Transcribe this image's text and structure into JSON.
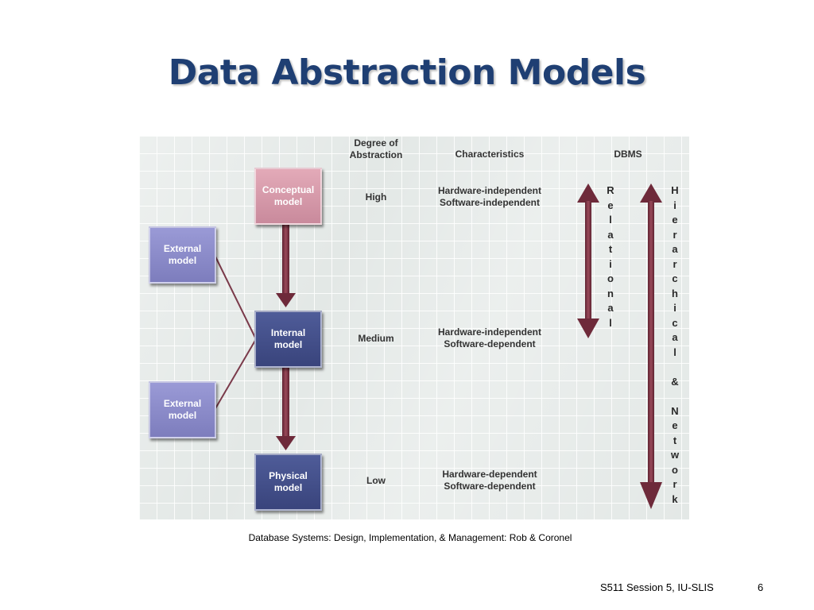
{
  "slide": {
    "title": "Data Abstraction Models",
    "caption": "Database Systems: Design, Implementation, & Management: Rob & Coronel",
    "footer": "S511 Session 5, IU-SLIS",
    "page_number": "6"
  },
  "diagram": {
    "headers": {
      "degree": "Degree of\nAbstraction",
      "characteristics": "Characteristics",
      "dbms": "DBMS"
    },
    "boxes": {
      "conceptual": "Conceptual\nmodel",
      "external_top": "External\nmodel",
      "internal": "Internal\nmodel",
      "external_bottom": "External\nmodel",
      "physical": "Physical\nmodel"
    },
    "levels": [
      {
        "degree": "High",
        "characteristics": "Hardware-independent\nSoftware-independent"
      },
      {
        "degree": "Medium",
        "characteristics": "Hardware-independent\nSoftware-dependent"
      },
      {
        "degree": "Low",
        "characteristics": "Hardware-dependent\nSoftware-dependent"
      }
    ],
    "dbms": {
      "relational": [
        "R",
        "e",
        "l",
        "a",
        "t",
        "i",
        "o",
        "n",
        "a",
        "l"
      ],
      "hierarchical_network": [
        "H",
        "i",
        "e",
        "r",
        "a",
        "r",
        "c",
        "h",
        "i",
        "c",
        "a",
        "l",
        " ",
        "&",
        " ",
        "N",
        "e",
        "t",
        "w",
        "o",
        "r",
        "k"
      ]
    },
    "colors": {
      "arrow": "#7a2f3f",
      "connector_line": "#7a3a4a",
      "conceptual_box": "#d99aab",
      "external_box": "#8a8ac8",
      "internal_box": "#404c86",
      "title": "#1f3f73"
    }
  }
}
